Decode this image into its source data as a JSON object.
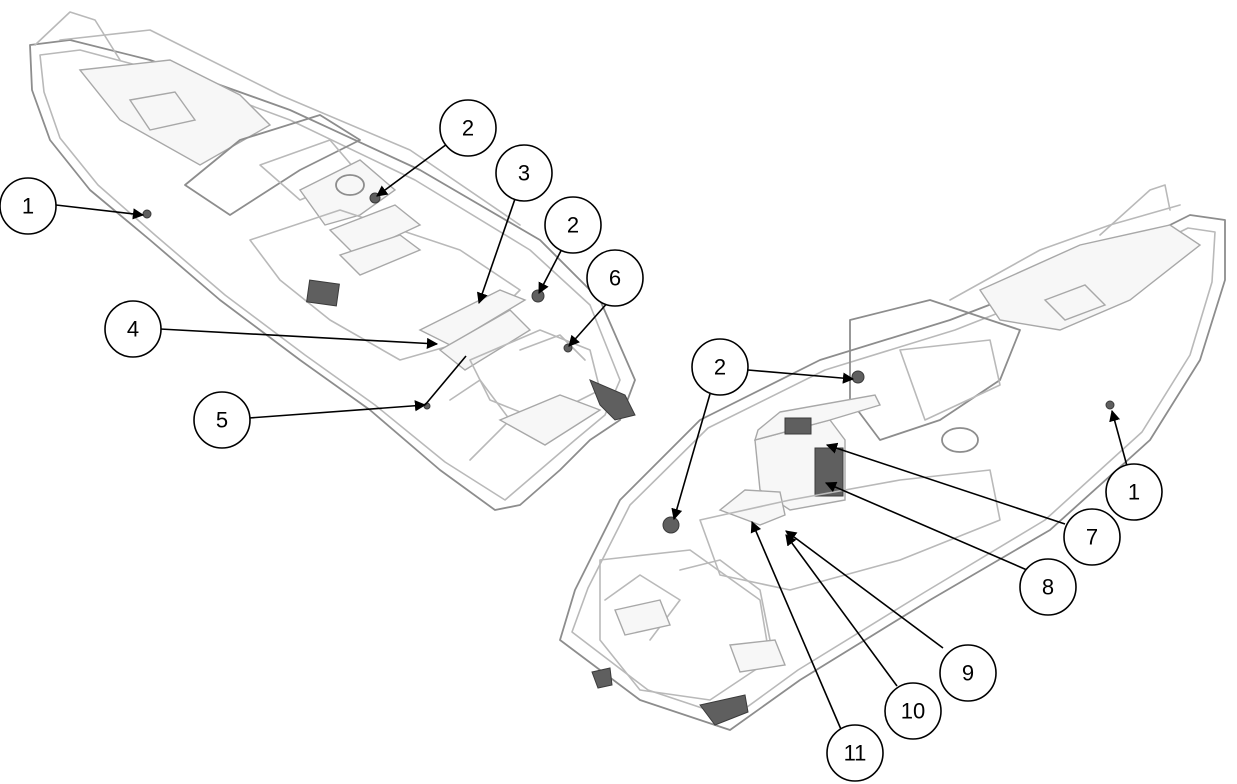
{
  "callouts": [
    {
      "label": "1"
    },
    {
      "label": "2"
    },
    {
      "label": "3"
    },
    {
      "label": "2"
    },
    {
      "label": "6"
    },
    {
      "label": "4"
    },
    {
      "label": "5"
    },
    {
      "label": "2"
    },
    {
      "label": "1"
    },
    {
      "label": "7"
    },
    {
      "label": "8"
    },
    {
      "label": "9"
    },
    {
      "label": "10"
    },
    {
      "label": "11"
    }
  ]
}
